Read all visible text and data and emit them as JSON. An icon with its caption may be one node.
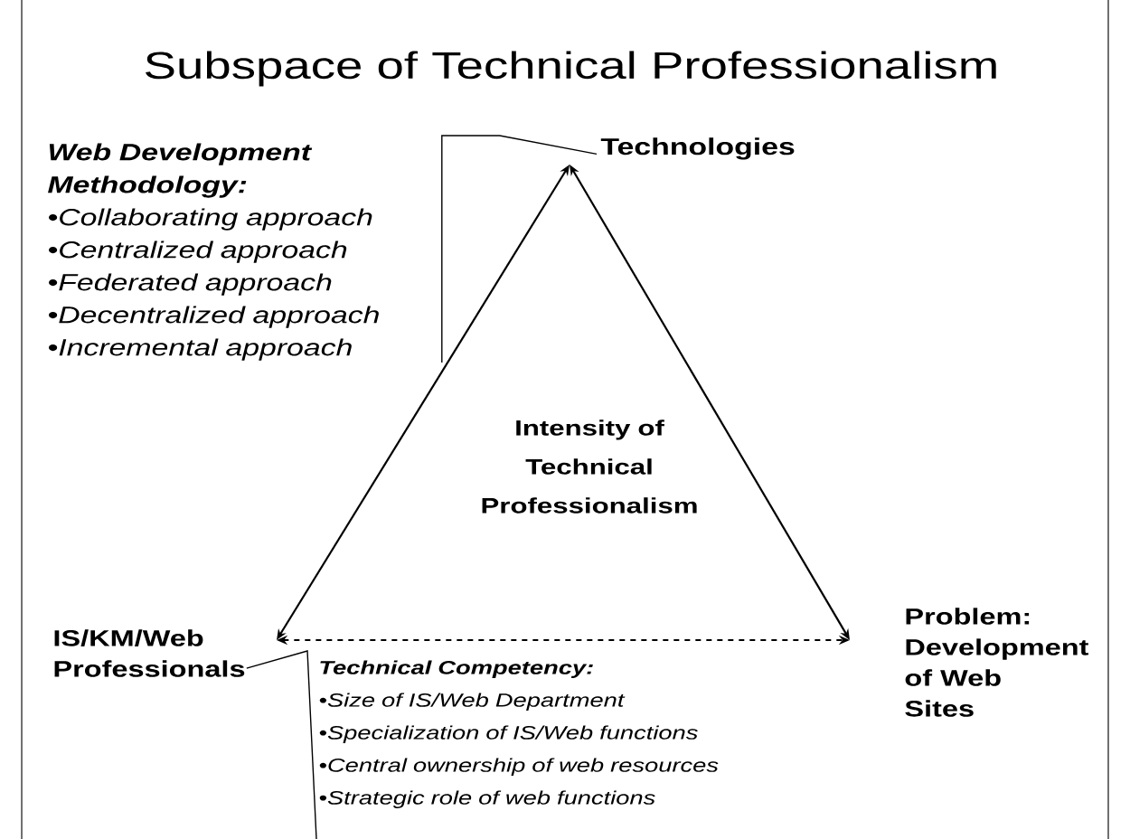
{
  "diagram": {
    "title": "Subspace of Technical Professionalism",
    "nodes": [
      {
        "text": [
          "Technologies"
        ]
      },
      {
        "text": [
          "IS/KM/Web Professionals"
        ]
      },
      {
        "text": [
          "Problem: Development of Web Sites"
        ]
      },
      {
        "text": [
          "Web Development Methodology:",
          "•Collaborating approach",
          "•Centralized approach",
          "•Federated approach",
          "•Decentralized approach",
          "•Incremental approach"
        ]
      },
      {
        "text": [
          "Technical Competency:",
          "•Size of IS/Web Department",
          "•Specialization of IS/Web functions",
          "•Central ownership of web resources",
          "•Strategic role of web functions"
        ]
      }
    ],
    "edges": [
      {
        "from": 0,
        "to": 1,
        "arrow": "both"
      },
      {
        "from": 0,
        "to": 2,
        "arrow": "both"
      },
      {
        "from": 1,
        "to": 2,
        "arrow": "both",
        "style": "dashed"
      },
      {
        "from": 3,
        "to": 0,
        "arrow": "none"
      },
      {
        "from": 4,
        "to": 1,
        "arrow": "none"
      }
    ],
    "labels": [
      "Intensity of Technical Professionalism"
    ]
  }
}
